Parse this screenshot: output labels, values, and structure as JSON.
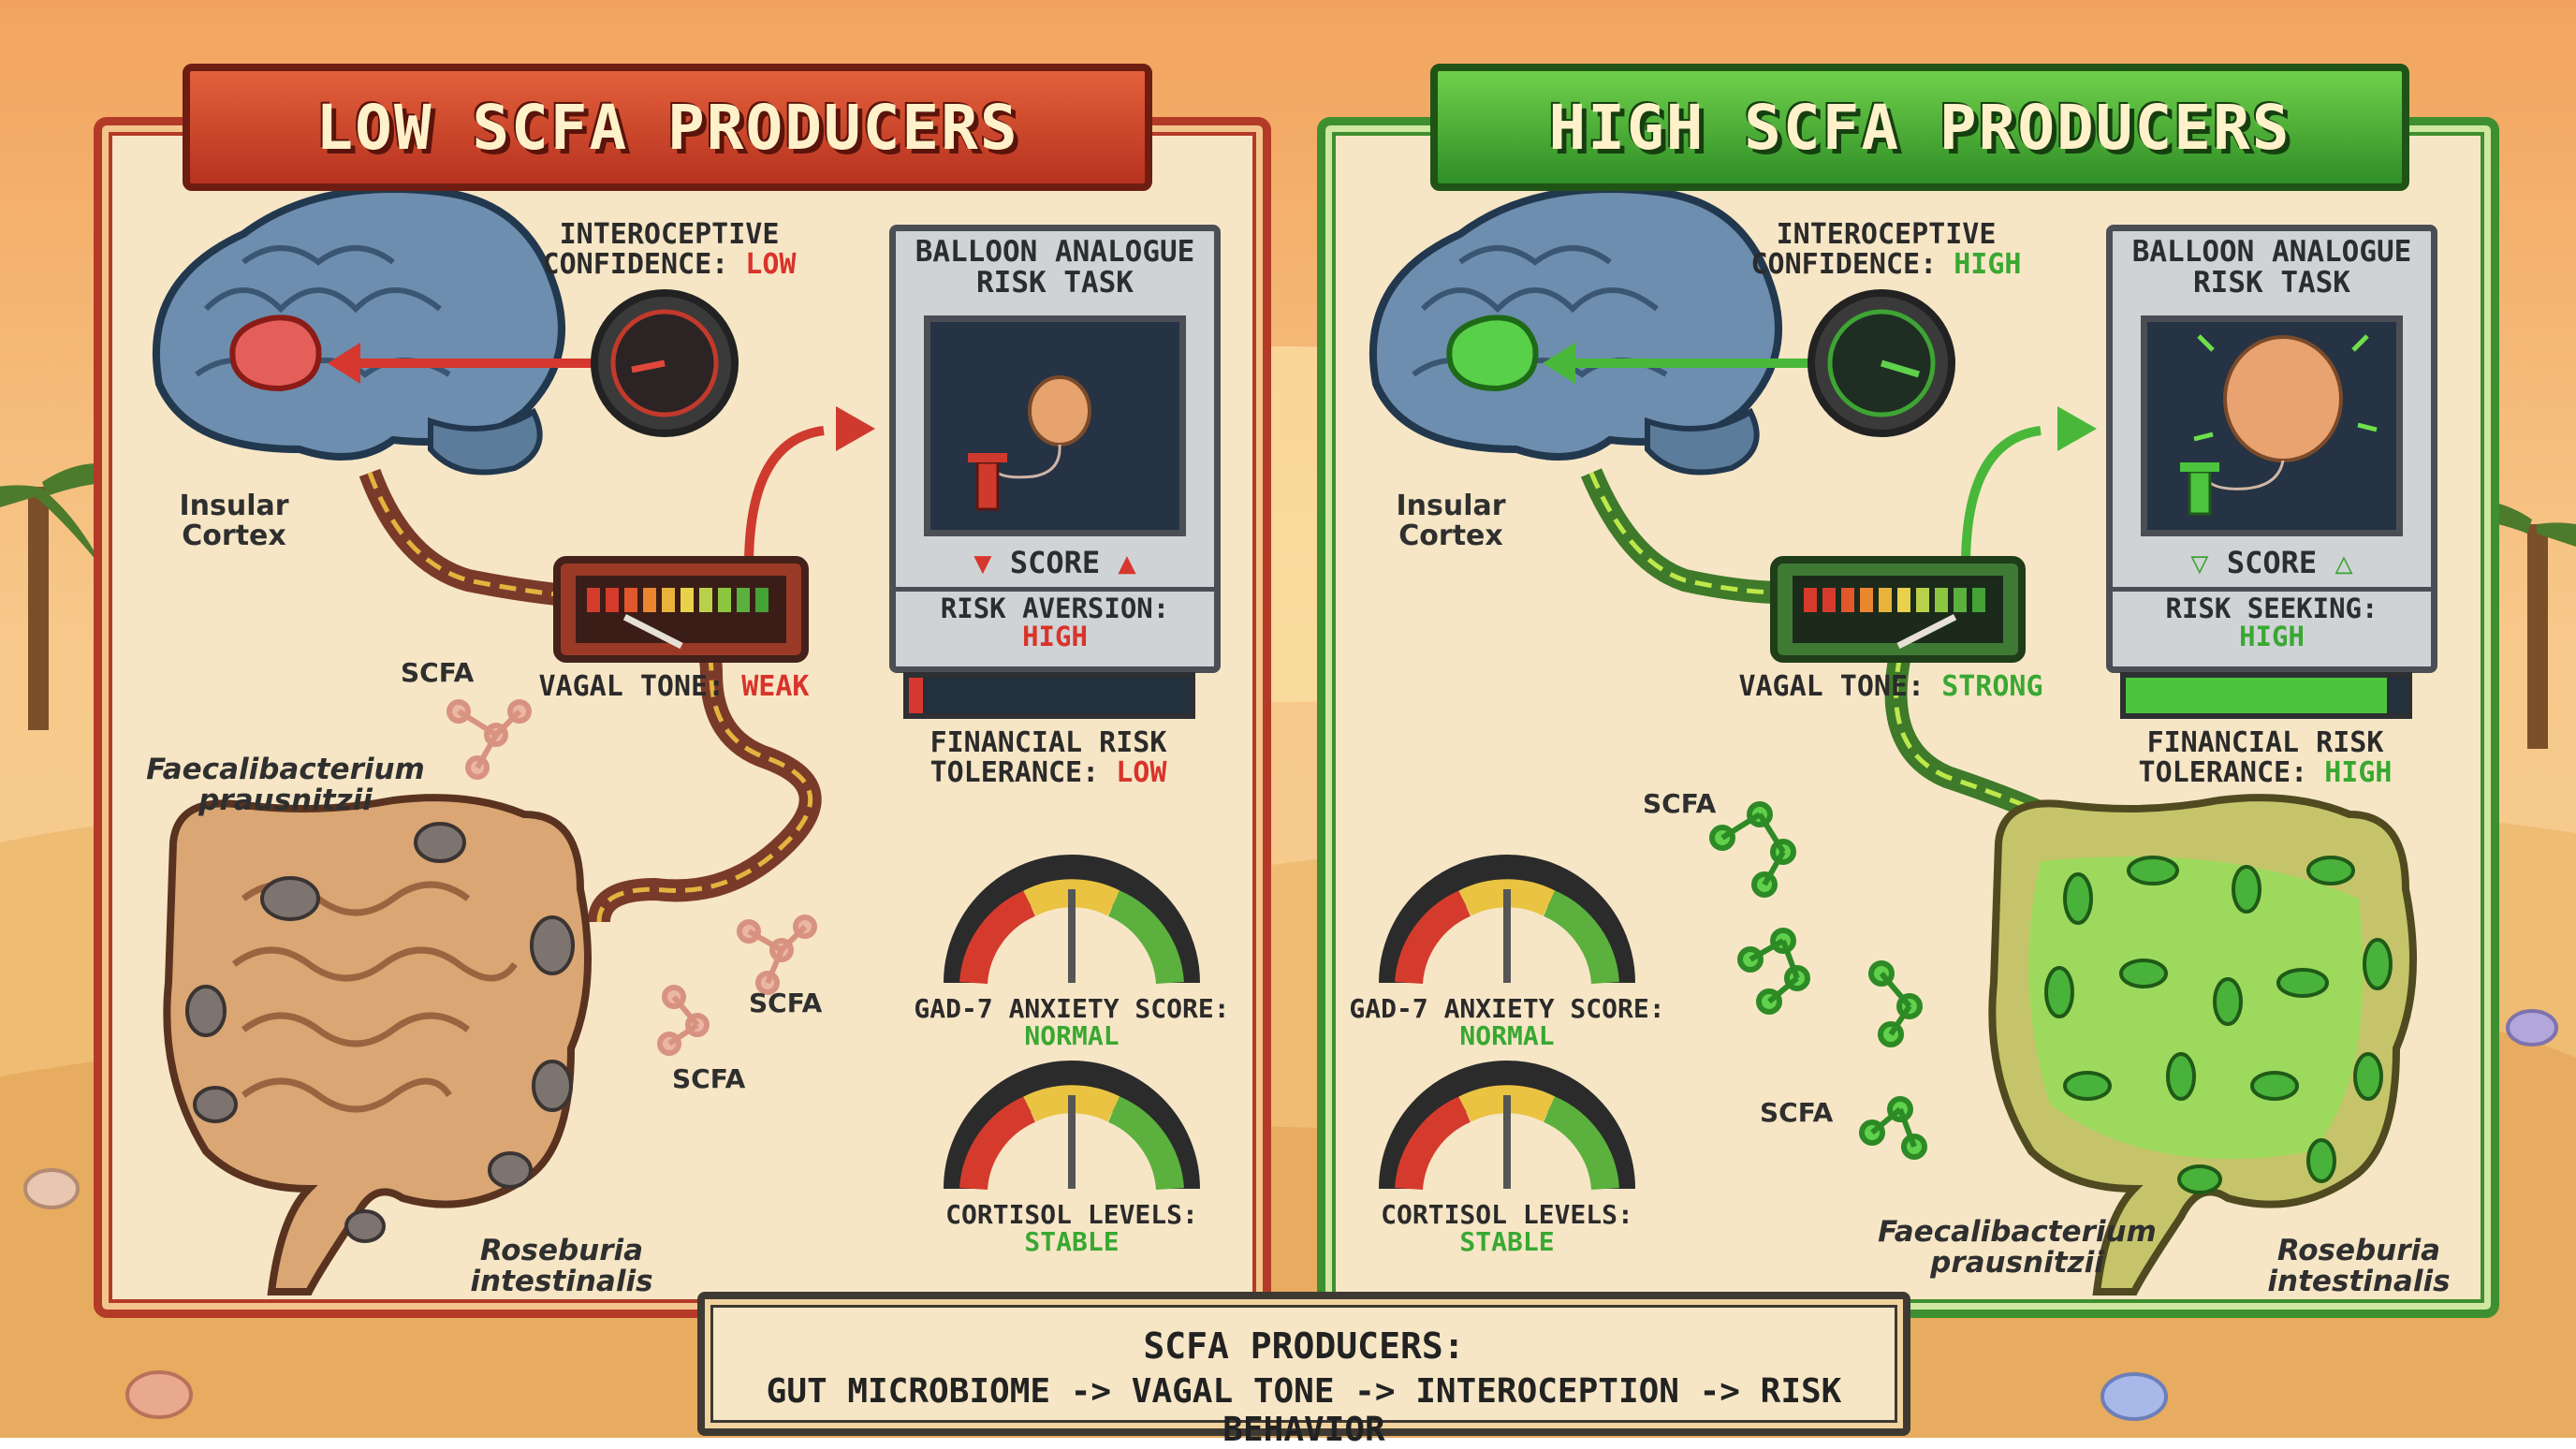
{
  "left": {
    "banner": "LOW SCFA PRODUCERS",
    "interoceptive": {
      "line1": "INTEROCEPTIVE",
      "line2": "CONFIDENCE: ",
      "value": "LOW"
    },
    "insula": {
      "line1": "Insular",
      "line2": "Cortex"
    },
    "task": {
      "title1": "BALLOON ANALOGUE",
      "title2": "RISK TASK",
      "score": "SCORE",
      "risk_label": "RISK AVERSION:",
      "risk_value": "HIGH"
    },
    "vagal": {
      "label": "VAGAL TONE: ",
      "value": "WEAK",
      "level": 0.15
    },
    "financial": {
      "line1": "FINANCIAL RISK",
      "line2": "TOLERANCE: ",
      "value": "LOW",
      "fill": 0.05
    },
    "gad": {
      "label": "GAD-7 ANXIETY SCORE:",
      "value": "NORMAL"
    },
    "cortisol": {
      "label": "CORTISOL LEVELS:",
      "value": "STABLE"
    },
    "scfa": [
      "SCFA",
      "SCFA",
      "SCFA"
    ],
    "bacteria1": {
      "line1": "Faecalibacterium",
      "line2": "prausnitzii"
    },
    "bacteria2": {
      "line1": "Roseburia",
      "line2": "intestinalis"
    }
  },
  "right": {
    "banner": "HIGH SCFA PRODUCERS",
    "interoceptive": {
      "line1": "INTEROCEPTIVE",
      "line2": "CONFIDENCE: ",
      "value": "HIGH"
    },
    "insula": {
      "line1": "Insular",
      "line2": "Cortex"
    },
    "task": {
      "title1": "BALLOON ANALOGUE",
      "title2": "RISK TASK",
      "score": "SCORE",
      "risk_label": "RISK SEEKING:",
      "risk_value": "HIGH"
    },
    "vagal": {
      "label": "VAGAL TONE: ",
      "value": "STRONG",
      "level": 0.85
    },
    "financial": {
      "line1": "FINANCIAL RISK",
      "line2": "TOLERANCE: ",
      "value": "HIGH",
      "fill": 0.93
    },
    "gad": {
      "label": "GAD-7 ANXIETY SCORE:",
      "value": "NORMAL"
    },
    "cortisol": {
      "label": "CORTISOL LEVELS:",
      "value": "STABLE"
    },
    "scfa": [
      "SCFA",
      "SCFA"
    ],
    "bacteria1": {
      "line1": "Faecalibacterium",
      "line2": "prausnitzii"
    },
    "bacteria2": {
      "line1": "Roseburia",
      "line2": "intestinalis"
    }
  },
  "footer": {
    "line1": "SCFA PRODUCERS:",
    "line2": "GUT MICROBIOME -> VAGAL TONE -> INTEROCEPTION -> RISK BEHAVIOR"
  },
  "colors": {
    "low": "#d9332a",
    "high": "#39a832"
  }
}
